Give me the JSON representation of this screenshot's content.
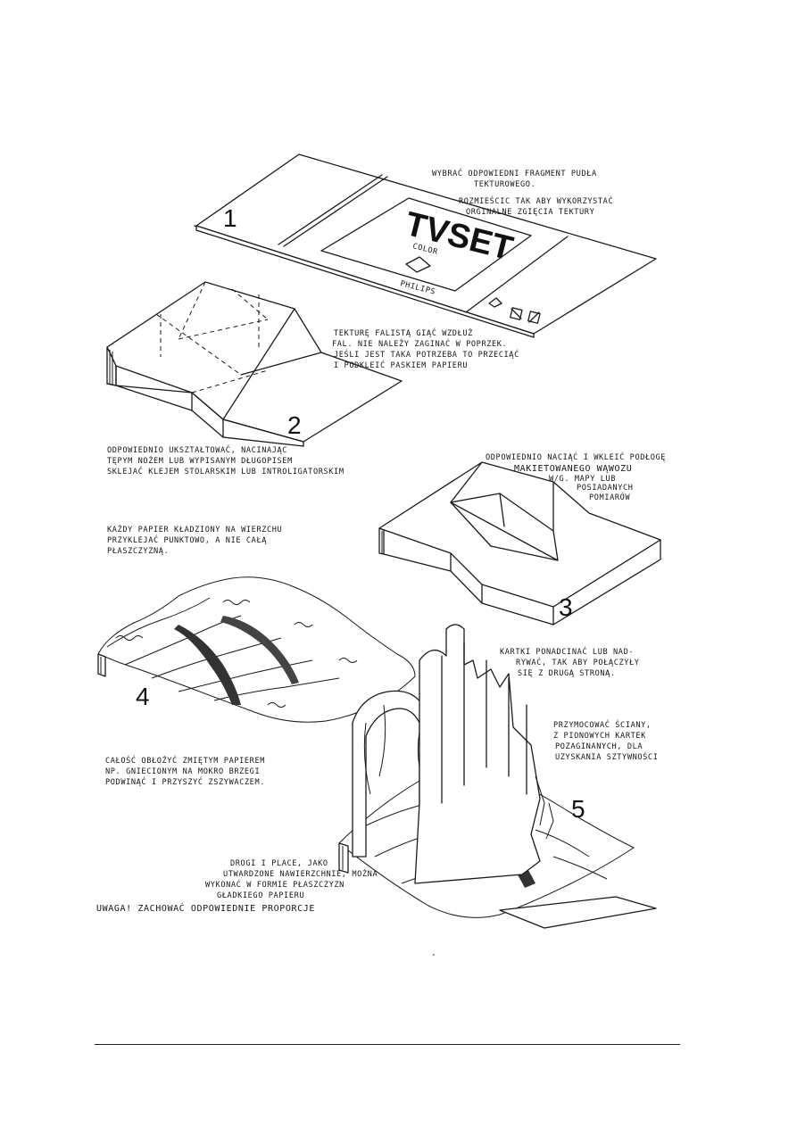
{
  "step1": {
    "number": "1",
    "note_a": "WYBRAĆ ODPOWIEDNI FRAGMENT PUDŁA",
    "note_b": "TEKTUROWEGO.",
    "note_c": "ROZMIEŚCIC TAK ABY WYKORZYSTAĆ",
    "note_d": "ORGINALNE ZGIĘCIA TEKTURY",
    "box_logo": "TVSET",
    "box_color": "COLOR",
    "box_brand": "PHILIPS"
  },
  "step2": {
    "number": "2",
    "note_a": "TEKTURĘ FALISTĄ GIĄĆ WZDŁUŻ",
    "note_b": "FAL. NIE NALEŻY ZAGINAĆ W POPRZEK.",
    "note_c": "JEŚLI JEST TAKA POTRZEBA TO PRZECIĄĆ",
    "note_d": "I PODKLEIĆ PASKIEM PAPIERU",
    "note_e": "ODPOWIEDNIO UKSZTAŁTOWAĆ, NACINAJĄC",
    "note_f": "TĘPYM NOŻEM LUB WYPISANYM DŁUGOPISEM",
    "note_g": "SKLEJAĆ KLEJEM STOLARSKIM LUB INTROLIGATORSKIM"
  },
  "step3": {
    "number": "3",
    "note_a": "ODPOWIEDNIO NACIĄĆ I WKLEIĆ PODŁOGĘ",
    "note_b": "MAKIETOWANEGO WĄWOZU",
    "note_c": "W/G. MAPY LUB",
    "note_d": "POSIADANYCH",
    "note_e": "POMIARÓW"
  },
  "step4": {
    "number": "4",
    "note_a": "KAŻDY PAPIER KŁADZIONY NA WIERZCHU",
    "note_b": "PRZYKLEJAĆ PUNKTOWO, A NIE CAŁĄ",
    "note_c": "PŁASZCZYZNĄ.",
    "note_d": "CAŁOŚĆ OBŁOŻYĆ ZMIĘTYM PAPIEREM",
    "note_e": "NP. GNIECIONYM NA MOKRO BRZEGI",
    "note_f": "PODWINĄĆ I PRZYSZYĆ ZSZYWACZEM."
  },
  "step5": {
    "number": "5",
    "note_a": "KARTKI PONADCINAĆ LUB NAD-",
    "note_b": "RYWAĆ, TAK ABY POŁĄCZYŁY",
    "note_c": "SIĘ Z DRUGĄ STRONĄ.",
    "note_d": "PRZYMOCOWAĆ ŚCIANY,",
    "note_e": "Z PIONOWYCH KARTEK",
    "note_f": "POZAGINANYCH, DLA",
    "note_g": "UZYSKANIA SZTYWNOŚCI",
    "note_h": "DROGI I PLACE, JAKO",
    "note_i": "UTWARDZONE NAWIERZCHNIE, MOŻNA",
    "note_j": "WYKONAĆ W FORMIE PŁASZCZYZN",
    "note_k": "GŁADKIEGO PAPIERU"
  },
  "warning": "UWAGA! ZACHOWAĆ ODPOWIEDNIE PROPORCJE"
}
